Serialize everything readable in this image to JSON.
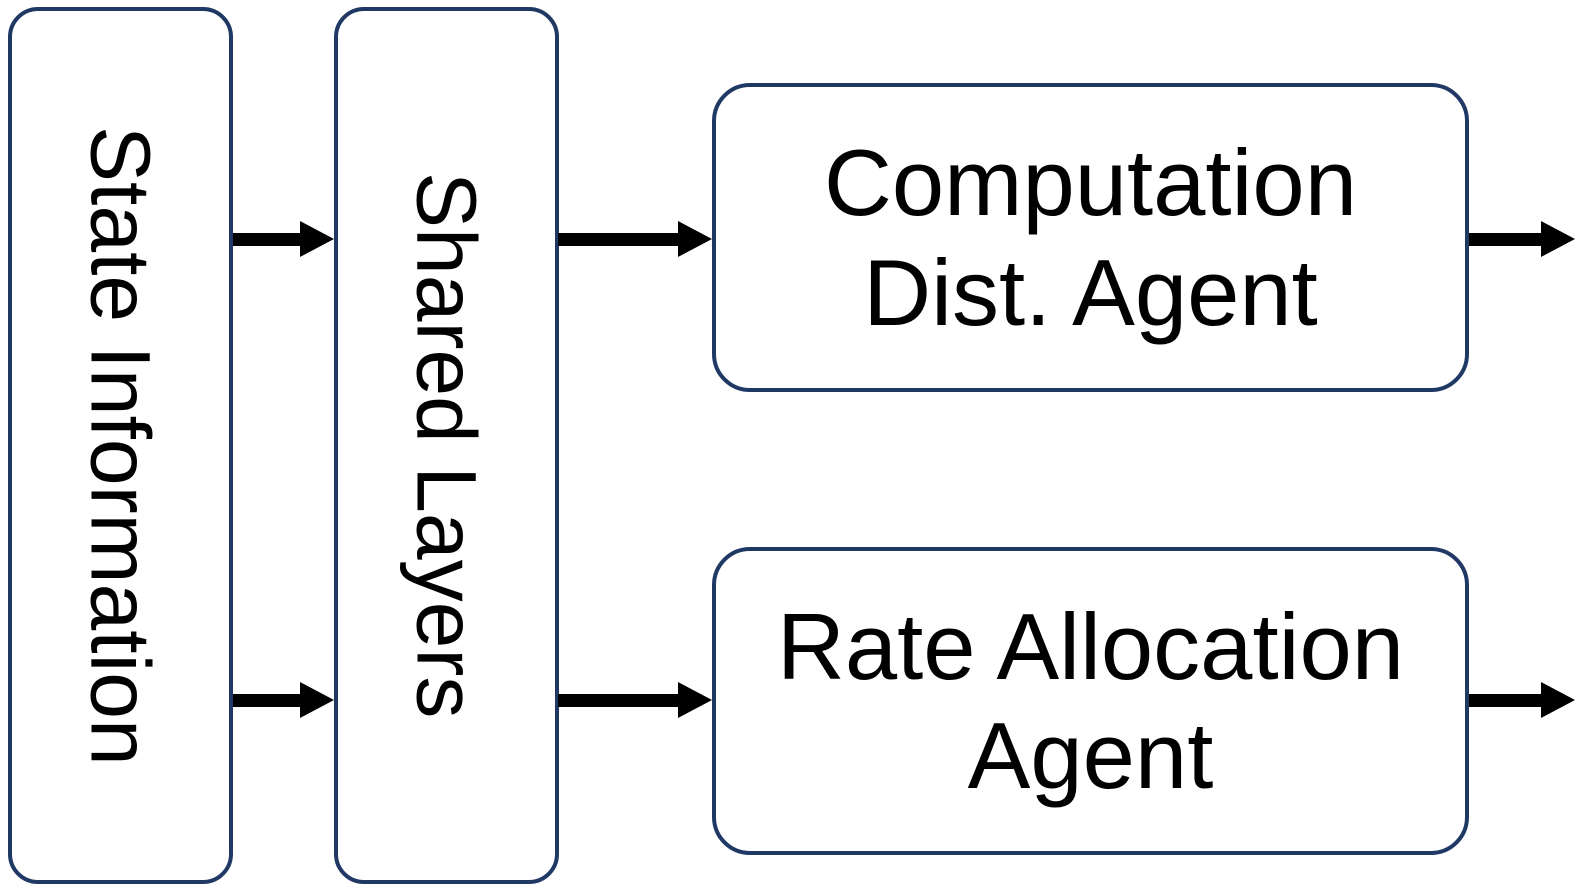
{
  "diagram": {
    "colors": {
      "box_border": "#1f3864",
      "box_fill": "#ffffff",
      "arrow": "#000000",
      "text": "#000000"
    },
    "nodes": {
      "state_information": {
        "label": "State Information",
        "orientation": "vertical"
      },
      "shared_layers": {
        "label": "Shared Layers",
        "orientation": "vertical"
      },
      "computation_dist_agent": {
        "label": "Computation Dist. Agent",
        "lines": [
          "Computation",
          "Dist. Agent"
        ]
      },
      "rate_allocation_agent": {
        "label": "Rate Allocation Agent",
        "lines": [
          "Rate Allocation",
          "Agent"
        ]
      }
    },
    "arrows": [
      {
        "from": "state_information",
        "to": "shared_layers",
        "lane": "top"
      },
      {
        "from": "state_information",
        "to": "shared_layers",
        "lane": "bottom"
      },
      {
        "from": "shared_layers",
        "to": "computation_dist_agent",
        "lane": "top"
      },
      {
        "from": "shared_layers",
        "to": "rate_allocation_agent",
        "lane": "bottom"
      },
      {
        "from": "computation_dist_agent",
        "to": "output",
        "lane": "top"
      },
      {
        "from": "rate_allocation_agent",
        "to": "output",
        "lane": "bottom"
      }
    ]
  }
}
